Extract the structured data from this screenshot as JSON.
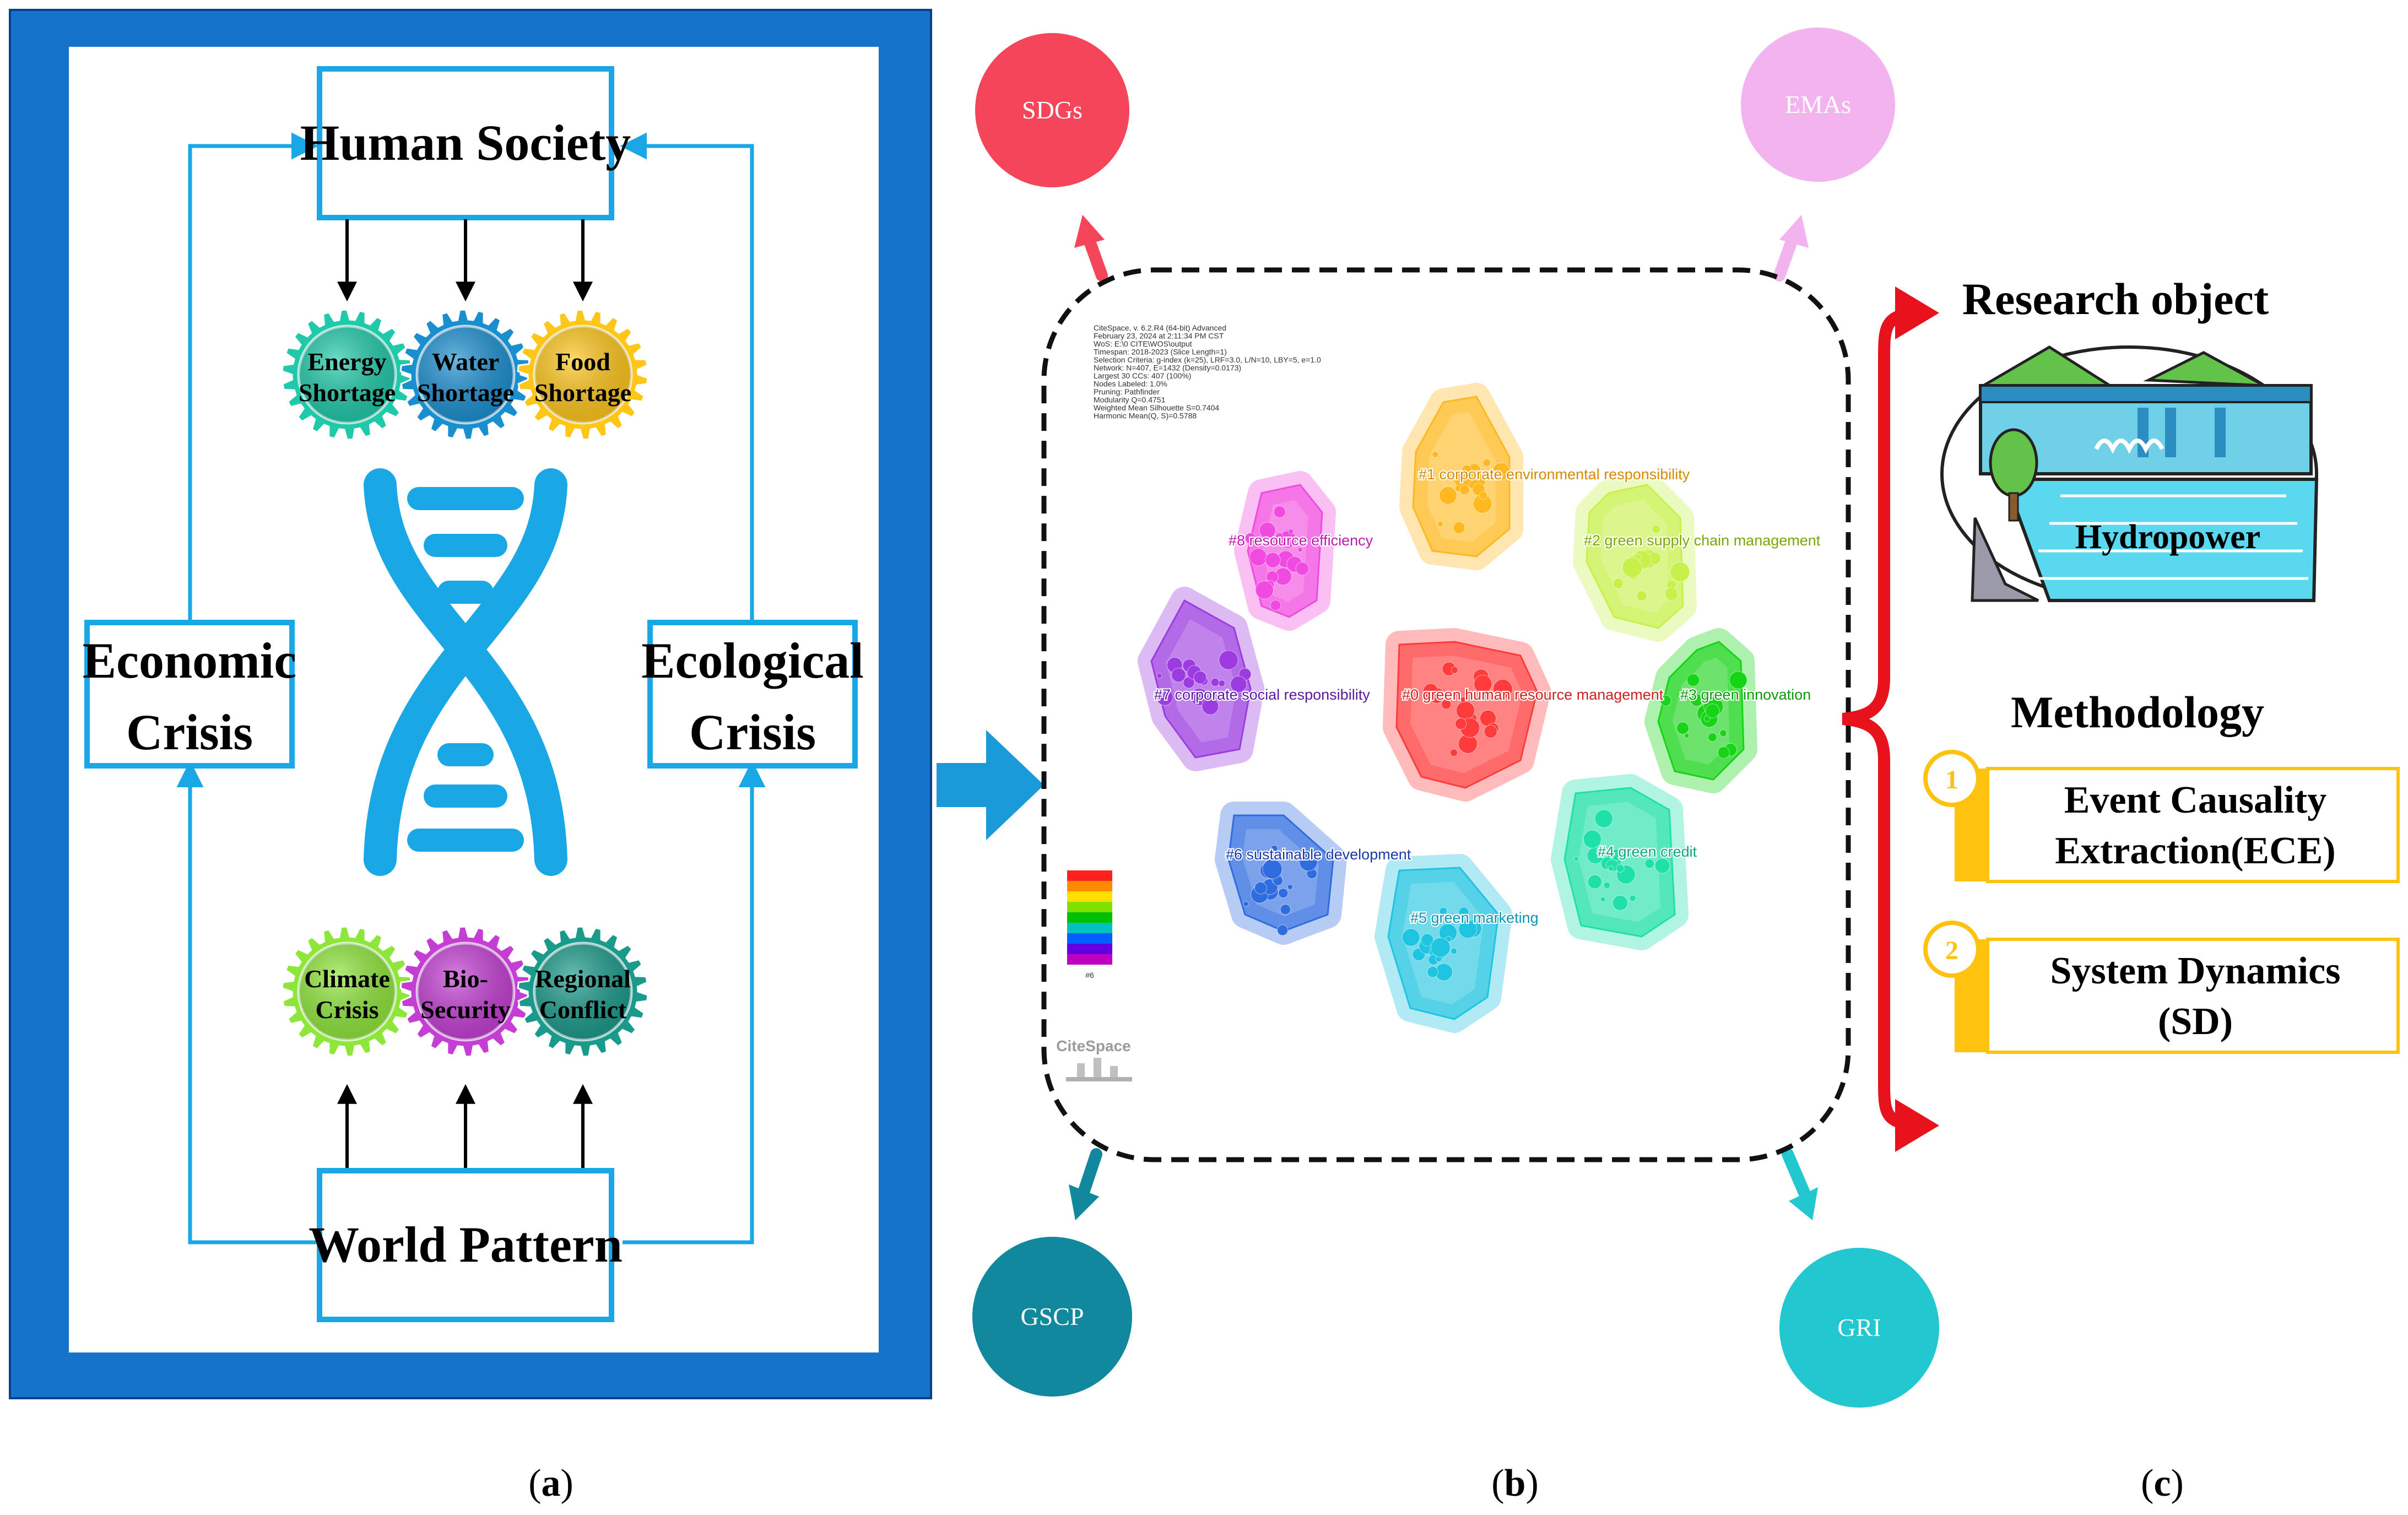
{
  "panel_a": {
    "human_society": "Human Society",
    "world_pattern": "World Pattern",
    "economic_crisis_line1": "Economic",
    "economic_crisis_line2": "Crisis",
    "ecological_crisis_line1": "Ecological",
    "ecological_crisis_line2": "Crisis",
    "top_gears": [
      {
        "line1": "Energy",
        "line2": "Shortage",
        "color": "#1fc9a9"
      },
      {
        "line1": "Water",
        "line2": "Shortage",
        "color": "#1a8fd0"
      },
      {
        "line1": "Food",
        "line2": "Shortage",
        "color": "#ffc61a"
      }
    ],
    "bottom_gears": [
      {
        "line1": "Climate",
        "line2": "Crisis",
        "color": "#8ee63a"
      },
      {
        "line1": "Bio-",
        "line2": "Security",
        "color": "#c43ed4"
      },
      {
        "line1": "Regional",
        "line2": "Conflict",
        "color": "#1a9a8a"
      }
    ],
    "colors": {
      "frame": "#1573cc",
      "accent": "#1aa7e6",
      "helix": "#1aa7e6"
    }
  },
  "panel_b": {
    "circles": [
      {
        "label": "SDGs",
        "color": "#f4455a"
      },
      {
        "label": "EMAs",
        "color": "#f3b3ef"
      },
      {
        "label": "GSCP",
        "color": "#12889e"
      },
      {
        "label": "GRI",
        "color": "#22c7d0"
      }
    ],
    "citespace_info": [
      "CiteSpace, v. 6.2.R4 (64-bit) Advanced",
      "February 23, 2024 at 2:11:34 PM CST",
      "WoS: E:\\0 CITE\\WOS\\output",
      "Timespan: 2018-2023 (Slice Length=1)",
      "Selection Criteria: g-index (k=25), LRF=3.0, L/N=10, LBY=5, e=1.0",
      "Network: N=407, E=1432 (Density=0.0173)",
      "Largest 30 CCs: 407 (100%)",
      "Nodes Labeled: 1.0%",
      "Pruning: Pathfinder",
      "Modularity Q=0.4751",
      "Weighted Mean Silhouette S=0.7404",
      "Harmonic Mean(Q, S)=0.5788"
    ],
    "clusters": [
      {
        "label": "#0 green human resource management",
        "color": "#ff3b3b"
      },
      {
        "label": "#1 corporate environmental responsibility",
        "color": "#ffb81f"
      },
      {
        "label": "#2 green supply chain management",
        "color": "#c7f04a"
      },
      {
        "label": "#3 green innovation",
        "color": "#17d417"
      },
      {
        "label": "#4 green credit",
        "color": "#1fe0a8"
      },
      {
        "label": "#5 green marketing",
        "color": "#1fc4e0"
      },
      {
        "label": "#6 sustainable development",
        "color": "#2f6ce0"
      },
      {
        "label": "#7 corporate social responsibility",
        "color": "#9b3be0"
      },
      {
        "label": "#8 resource efficiency",
        "color": "#f04ae0"
      }
    ],
    "cluster_text_colors": [
      "#cc2222",
      "#d68a00",
      "#7aa800",
      "#0a9a0a",
      "#0ea87a",
      "#0a95b0",
      "#1a3aa8",
      "#5a1aa0",
      "#c01ab0"
    ],
    "legend_colors": [
      "#ff2020",
      "#ff8c00",
      "#ffe000",
      "#80e000",
      "#00c000",
      "#00c0c0",
      "#0060ff",
      "#6000e0",
      "#c000c0"
    ],
    "legend_number": "#6",
    "logo": "CiteSpace",
    "arrow_color": "#1a9ad8"
  },
  "panel_c": {
    "research_object": "Research object",
    "hydropower": "Hydropower",
    "methodology": "Methodology",
    "methods": [
      {
        "num": "1",
        "line1": "Event Causality",
        "line2": "Extraction(ECE)"
      },
      {
        "num": "2",
        "line1": "System Dynamics",
        "line2": "(SD)"
      }
    ],
    "colors": {
      "brace": "#e8121c",
      "method": "#ffc20e"
    }
  },
  "captions": {
    "a_open": "(",
    "a_letter": "a",
    "a_close": ")",
    "b_open": "(",
    "b_letter": "b",
    "b_close": ")",
    "c_open": "(",
    "c_letter": "c",
    "c_close": ")"
  }
}
